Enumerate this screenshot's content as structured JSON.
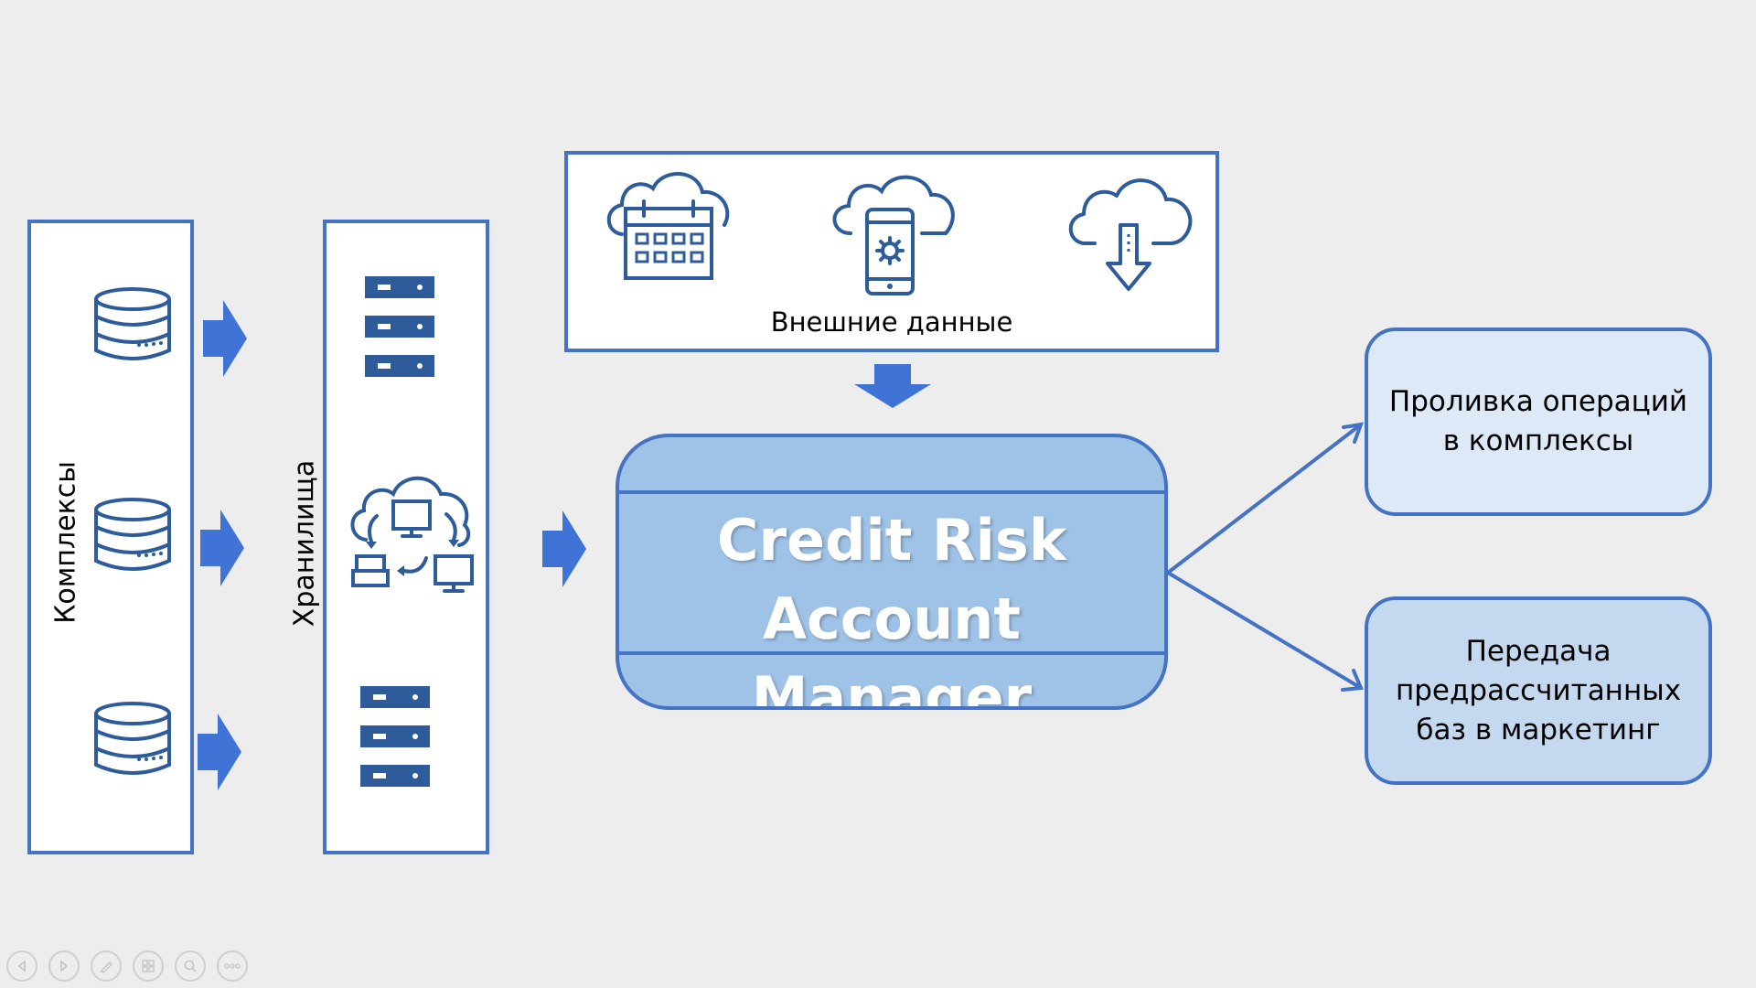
{
  "left_panel": {
    "label": "Комплексы"
  },
  "storage_panel": {
    "label": "Хранилища"
  },
  "external_panel": {
    "label": "Внешние данные"
  },
  "core": {
    "line1": "Credit Risk",
    "line2": "Account Manager"
  },
  "outputs": [
    {
      "line1": "Проливка операций",
      "line2": "в комплексы"
    },
    {
      "line1": "Передача",
      "line2": "предрассчитанных",
      "line3": "баз в маркетинг"
    }
  ],
  "colors": {
    "accent": "#4472c4",
    "core_fill": "#9fc3e7",
    "output_fill": "#dde9f6",
    "output_fill_2": "#c4d9ef",
    "navy": "#2e5b9a"
  },
  "icons": [
    "database-icon",
    "server-rack-icon",
    "cloud-sync-icon",
    "cloud-calendar-icon",
    "cloud-mobile-settings-icon",
    "cloud-download-icon",
    "arrow-right-icon",
    "arrow-down-icon"
  ],
  "slideshow_controls": [
    "previous-icon",
    "next-icon",
    "pen-icon",
    "slides-grid-icon",
    "zoom-icon",
    "more-icon"
  ]
}
